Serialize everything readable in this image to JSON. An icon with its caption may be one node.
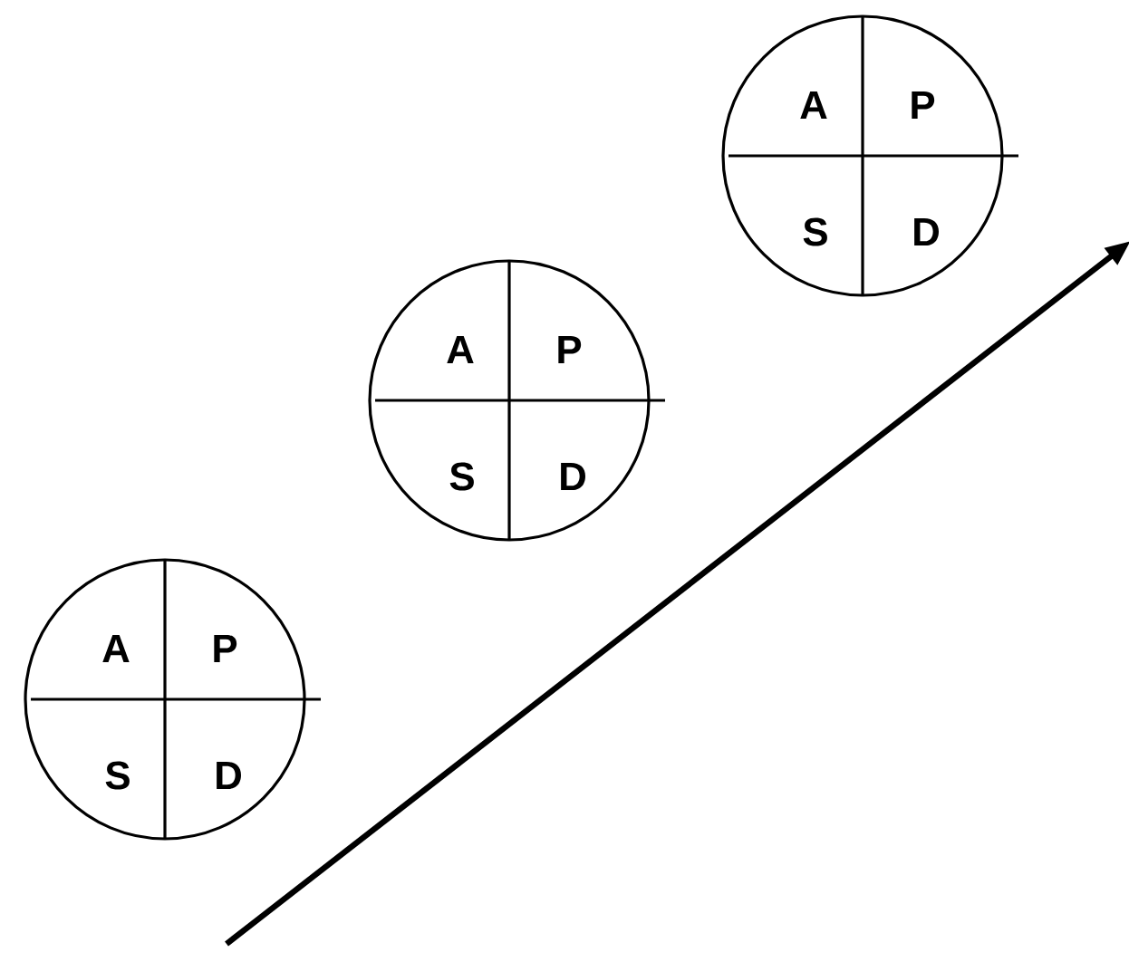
{
  "diagram": {
    "nodes": [
      {
        "text": [
          "A",
          "P",
          "S",
          "D"
        ]
      },
      {
        "text": [
          "A",
          "P",
          "S",
          "D"
        ]
      },
      {
        "text": [
          "A",
          "P",
          "S",
          "D"
        ]
      }
    ]
  }
}
